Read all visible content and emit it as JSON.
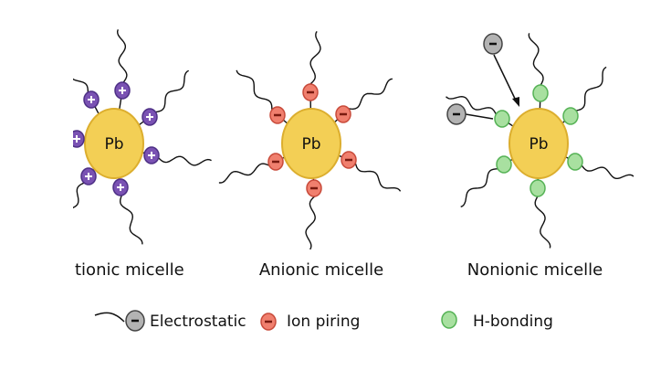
{
  "core_label": "Pb",
  "micelles": [
    {
      "name": "cationic",
      "label": "tionic micelle",
      "charge": "+",
      "fill": "#7a52b3",
      "stroke": "#4d2f85"
    },
    {
      "name": "anionic",
      "label": "Anionic micelle",
      "charge": "−",
      "fill": "#f07f6e",
      "stroke": "#c84a3a"
    },
    {
      "name": "nonionic",
      "label": "Nonionic micelle",
      "charge": "",
      "fill": "#a8e0a0",
      "stroke": "#55b255"
    }
  ],
  "legend": {
    "electrostatic": "Electrostatic",
    "ion_pairing": "Ion piring",
    "h_bonding": "H-bonding"
  },
  "colors": {
    "core": "#f3cf55",
    "core_stroke": "#dcae2e",
    "gray_ion": "#b3b3b3"
  }
}
